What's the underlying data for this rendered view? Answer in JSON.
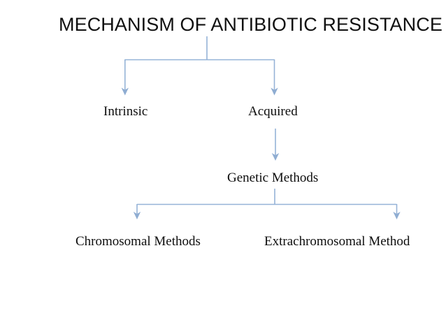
{
  "slide": {
    "title": "MECHANISM OF ANTIBIOTIC RESISTANCE",
    "background_color": "#FFFFFF",
    "title_color": "#101010",
    "text_color": "#0D0D0D",
    "connector_color": "#95B3D7"
  },
  "diagram": {
    "type": "hierarchy-flowchart",
    "root_label": "MECHANISM OF ANTIBIOTIC RESISTANCE",
    "levels": [
      {
        "level": 2,
        "nodes": [
          {
            "label": "Intrinsic"
          },
          {
            "label": "Acquired"
          }
        ]
      },
      {
        "level": 3,
        "nodes": [
          {
            "label": "Genetic Methods"
          }
        ]
      },
      {
        "level": 4,
        "nodes": [
          {
            "label": "Chromosomal Methods"
          },
          {
            "label": "Extrachromosomal Method"
          }
        ]
      }
    ],
    "connectors": [
      {
        "name": "root-to-branch-stem",
        "from": "MECHANISM OF ANTIBIOTIC RESISTANCE",
        "to": "split-bar-1"
      },
      {
        "name": "branch-to-intrinsic",
        "from": "split-bar-1",
        "to": "Intrinsic"
      },
      {
        "name": "branch-to-acquired",
        "from": "split-bar-1",
        "to": "Acquired"
      },
      {
        "name": "acquired-to-genetic-methods",
        "from": "Acquired",
        "to": "Genetic Methods"
      },
      {
        "name": "genetic-methods-stem",
        "from": "Genetic Methods",
        "to": "split-bar-2"
      },
      {
        "name": "branch-to-chromosomal",
        "from": "split-bar-2",
        "to": "Chromosomal Methods"
      },
      {
        "name": "branch-to-extrachromosomal",
        "from": "split-bar-2",
        "to": "Extrachromosomal Method"
      }
    ]
  }
}
